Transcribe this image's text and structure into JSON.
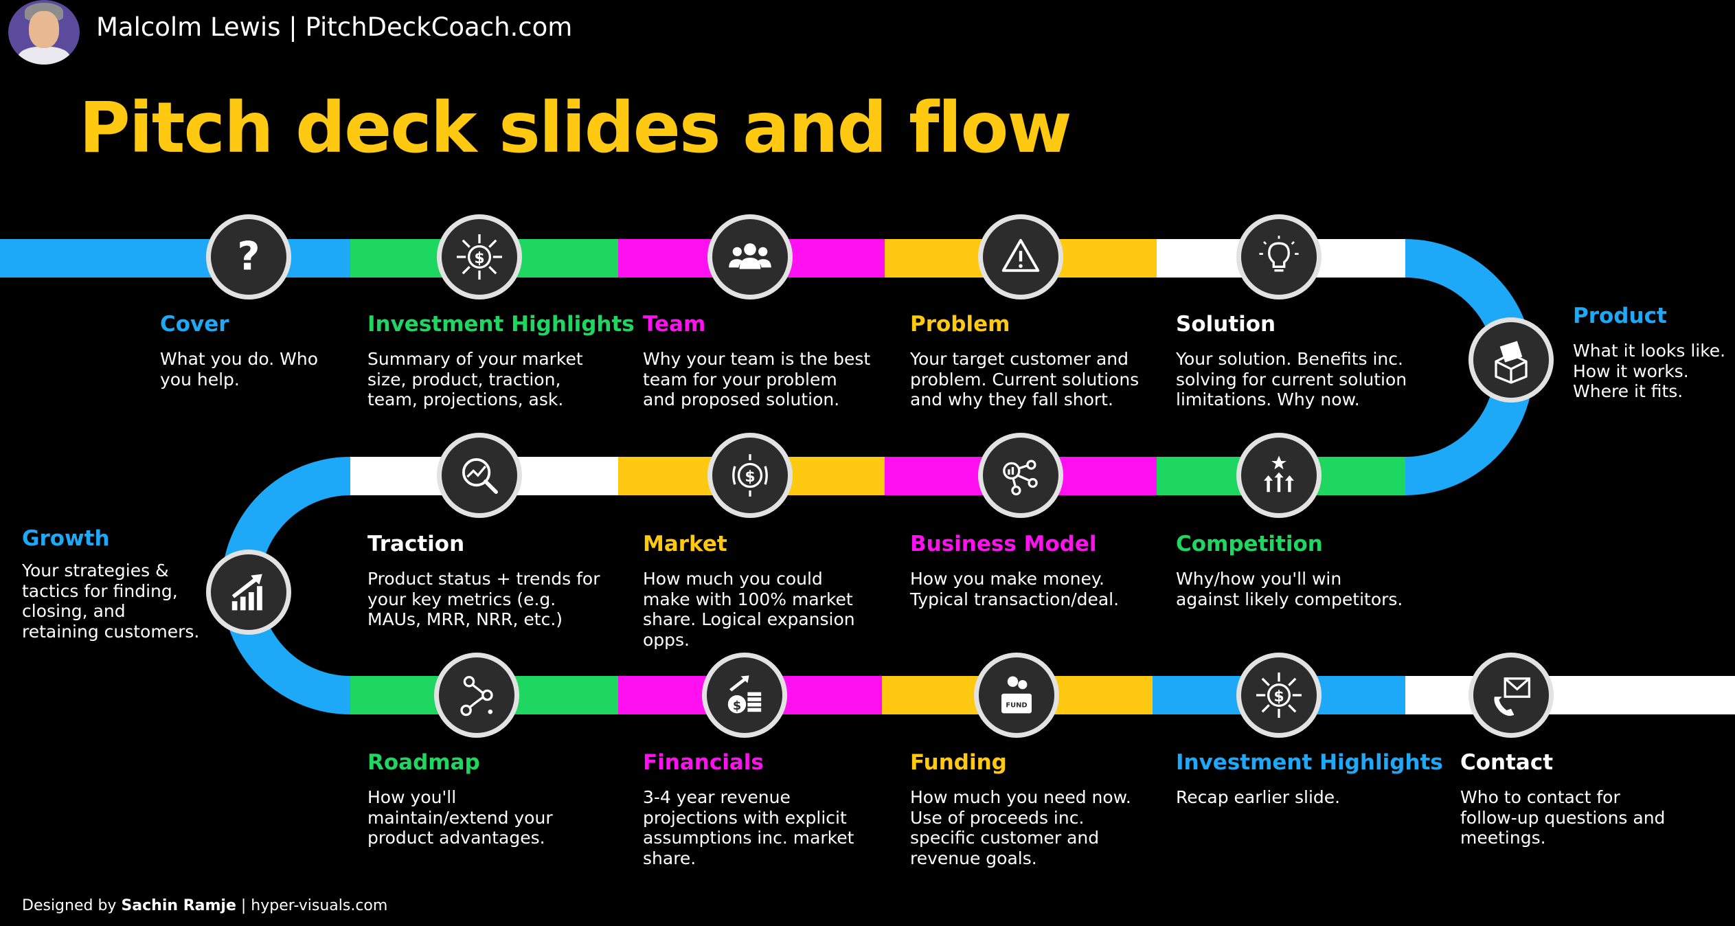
{
  "header": {
    "author": "Malcolm Lewis | PitchDeckCoach.com",
    "title": "Pitch deck slides and flow"
  },
  "colors": {
    "blue": "#1ea8f8",
    "green": "#1ed760",
    "magenta": "#ff10f0",
    "yellow": "#ffc811",
    "white": "#ffffff",
    "title": "#ffc811"
  },
  "steps": [
    {
      "id": "cover",
      "label": "Cover",
      "color": "#1ea8f8",
      "icon": "question-icon",
      "desc": "What you do. Who\nyou help."
    },
    {
      "id": "investment-highlights",
      "label": "Investment Highlights",
      "color": "#1ed760",
      "icon": "dollar-arrows-icon",
      "desc": "Summary of your market\nsize, product, traction,\nteam, projections, ask."
    },
    {
      "id": "team",
      "label": "Team",
      "color": "#ff10f0",
      "icon": "people-icon",
      "desc": "Why your team is the best\nteam for your problem\nand proposed solution."
    },
    {
      "id": "problem",
      "label": "Problem",
      "color": "#ffc811",
      "icon": "warning-icon",
      "desc": "Your target customer and\nproblem. Current solutions\nand why they fall short."
    },
    {
      "id": "solution",
      "label": "Solution",
      "color": "#ffffff",
      "icon": "lightbulb-icon",
      "desc": "Your solution. Benefits inc.\nsolving for current solution\nlimitations. Why now."
    },
    {
      "id": "product",
      "label": "Product",
      "color": "#1ea8f8",
      "icon": "box-icon",
      "desc": "What it looks like.\nHow it works.\nWhere it fits."
    },
    {
      "id": "competition",
      "label": "Competition",
      "color": "#1ed760",
      "icon": "star-arrows-icon",
      "desc": "Why/how you'll win\nagainst likely competitors."
    },
    {
      "id": "business-model",
      "label": "Business Model",
      "color": "#ff10f0",
      "icon": "network-icon",
      "desc": "How you make money.\nTypical transaction/deal."
    },
    {
      "id": "market",
      "label": "Market",
      "color": "#ffc811",
      "icon": "dollar-cycle-icon",
      "desc": "How much you could\nmake with 100% market\nshare. Logical expansion\nopps."
    },
    {
      "id": "traction",
      "label": "Traction",
      "color": "#ffffff",
      "icon": "magnifier-chart-icon",
      "desc": "Product status + trends for\nyour key metrics (e.g.\nMAUs, MRR, NRR, etc.)"
    },
    {
      "id": "growth",
      "label": "Growth",
      "color": "#1ea8f8",
      "icon": "growth-chart-icon",
      "desc": "Your strategies &\ntactics for finding,\nclosing, and\nretaining customers."
    },
    {
      "id": "roadmap",
      "label": "Roadmap",
      "color": "#1ed760",
      "icon": "roadmap-icon",
      "desc": "How you'll\nmaintain/extend your\nproduct advantages."
    },
    {
      "id": "financials",
      "label": "Financials",
      "color": "#ff10f0",
      "icon": "coins-icon",
      "desc": "3-4 year revenue\nprojections with explicit\nassumptions inc. market\nshare."
    },
    {
      "id": "funding",
      "label": "Funding",
      "color": "#ffc811",
      "icon": "fund-jar-icon",
      "desc": "How much you need now.\nUse of proceeds inc.\nspecific customer and\nrevenue goals."
    },
    {
      "id": "investment-highlights-recap",
      "label": "Investment Highlights",
      "color": "#1ea8f8",
      "icon": "dollar-arrows-icon",
      "desc": "Recap earlier slide."
    },
    {
      "id": "contact",
      "label": "Contact",
      "color": "#ffffff",
      "icon": "envelope-phone-icon",
      "desc": "Who to contact for\nfollow-up questions and\nmeetings."
    }
  ],
  "footer": {
    "prefix": "Designed by",
    "designer": "Sachin Ramje",
    "suffix": "| hyper-visuals.com"
  }
}
